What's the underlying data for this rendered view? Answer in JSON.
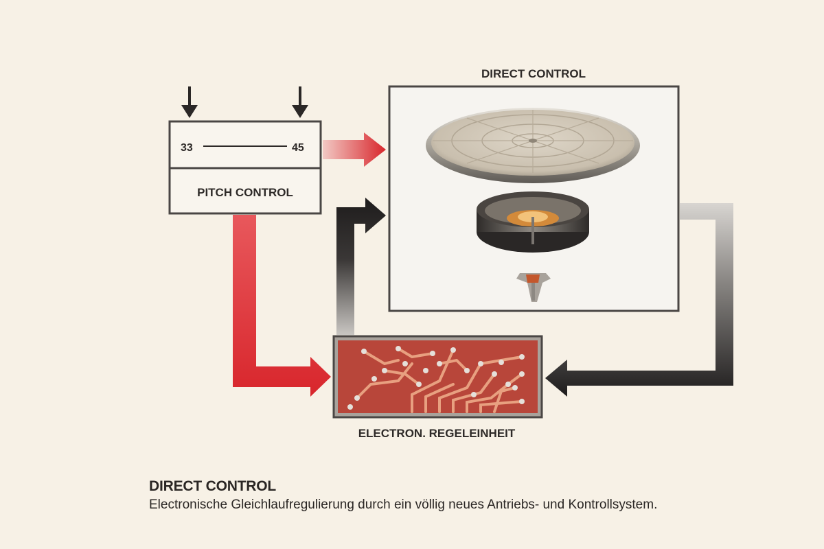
{
  "diagram": {
    "top_title": "DIRECT CONTROL",
    "pitch_control": {
      "speed_low": "33",
      "speed_high": "45",
      "label": "PITCH CONTROL"
    },
    "regulator_label": "ELECTRON. REGELEINHEIT"
  },
  "caption": {
    "title": "DIRECT CONTROL",
    "text": "Electronische Gleichlaufregulierung durch ein völlig neues Antriebs- und Kontrollsystem."
  },
  "colors": {
    "background": "#f7f1e6",
    "red_arrow": "#d8262c",
    "dark_arrow": "#1e1c1c",
    "box_border": "#4a4644",
    "circuit_board": "#b8463a",
    "copper_trace": "#e8a080"
  }
}
